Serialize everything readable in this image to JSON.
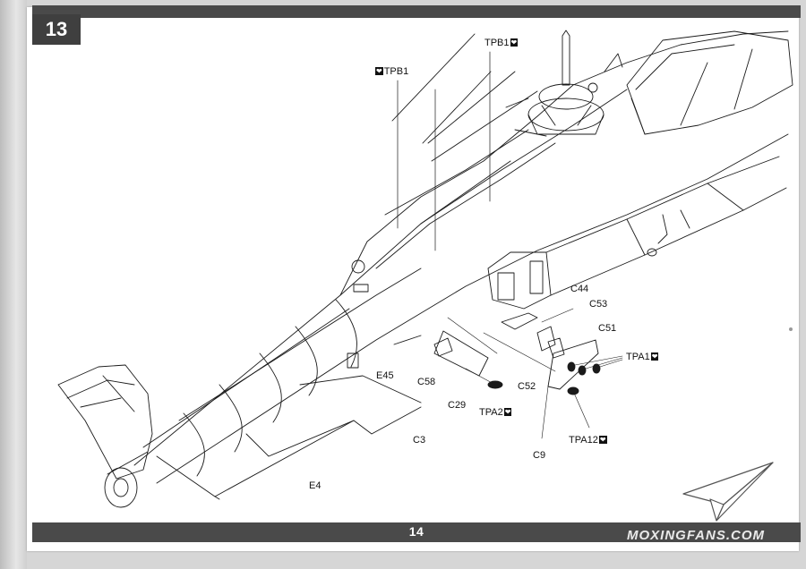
{
  "page": {
    "step_number": "13",
    "page_number": "14",
    "watermark": "MOXINGFANS.COM"
  },
  "parts": [
    {
      "id": "tpb1_right",
      "code": "TPB1",
      "marker": "heart-icon",
      "marker_side": "after"
    },
    {
      "id": "tpb1_left",
      "code": "TPB1",
      "marker": "heart-icon",
      "marker_side": "before"
    },
    {
      "id": "c44",
      "code": "C44"
    },
    {
      "id": "c53",
      "code": "C53"
    },
    {
      "id": "c51",
      "code": "C51"
    },
    {
      "id": "tpa1",
      "code": "TPA1",
      "marker": "heart-icon",
      "marker_side": "after"
    },
    {
      "id": "e45",
      "code": "E45"
    },
    {
      "id": "c58",
      "code": "C58"
    },
    {
      "id": "c52",
      "code": "C52"
    },
    {
      "id": "c29",
      "code": "C29"
    },
    {
      "id": "tpa2",
      "code": "TPA2",
      "marker": "heart-icon",
      "marker_side": "after"
    },
    {
      "id": "tpa12",
      "code": "TPA12",
      "marker": "heart-icon",
      "marker_side": "after"
    },
    {
      "id": "c3",
      "code": "C3"
    },
    {
      "id": "c9",
      "code": "C9"
    },
    {
      "id": "e4",
      "code": "E4"
    }
  ],
  "colors": {
    "ink": "#1a1a1a",
    "band": "#4a4a4a",
    "paper": "#ffffff"
  }
}
